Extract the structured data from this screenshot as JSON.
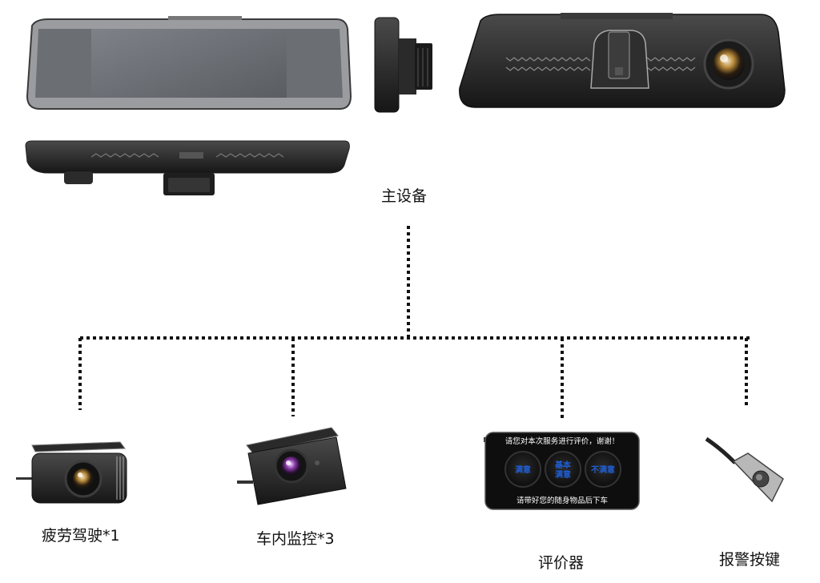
{
  "diagram": {
    "main_device_label": "主设备",
    "accessories": [
      {
        "label": "疲劳驾驶*1",
        "icon": "fatigue-camera-icon"
      },
      {
        "label": "车内监控*3",
        "icon": "cabin-camera-icon"
      },
      {
        "label": "评价器",
        "icon": "rating-device-icon"
      },
      {
        "label": "报警按键",
        "icon": "alarm-button-icon"
      }
    ],
    "rating_device": {
      "top_text": "请您对本次服务进行评价，谢谢！",
      "bottom_text": "请带好您的随身物品后下车",
      "buttons": [
        "满意",
        "基本满意",
        "不满意"
      ],
      "button_line1": [
        "满意",
        "基本",
        "不满意"
      ],
      "button_line2": [
        "",
        "满意",
        ""
      ]
    }
  }
}
